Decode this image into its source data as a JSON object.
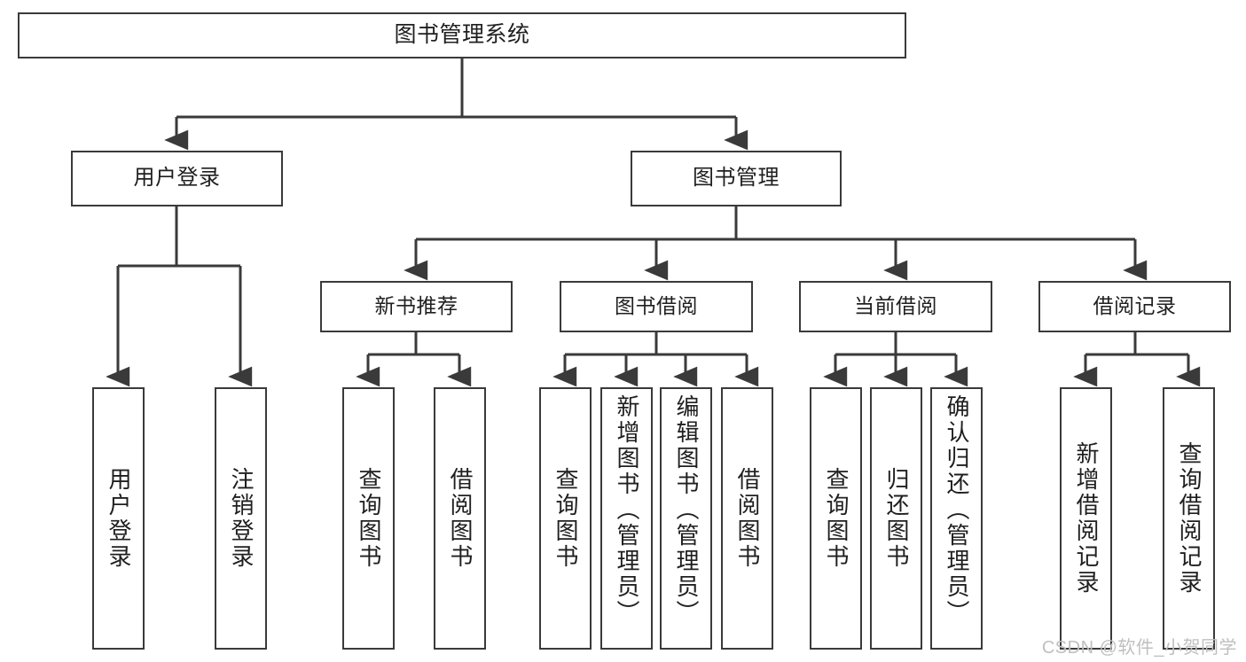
{
  "diagram": {
    "title": "图书管理系统",
    "type": "tree-hierarchy-flowchart",
    "colors": {
      "box_border": "#3a3a3a",
      "box_fill": "#ffffff",
      "connector": "#3a3a3a",
      "text": "#1f1f1f",
      "background": "#ffffff",
      "watermark": "#bfbfbf"
    },
    "root": {
      "label": "图书管理系统"
    },
    "level2": [
      {
        "label": "用户登录"
      },
      {
        "label": "图书管理"
      }
    ],
    "level3": [
      {
        "label": "新书推荐"
      },
      {
        "label": "图书借阅"
      },
      {
        "label": "当前借阅"
      },
      {
        "label": "借阅记录"
      }
    ],
    "leaves": [
      {
        "label": "用户登录",
        "parent": "用户登录"
      },
      {
        "label": "注销登录",
        "parent": "用户登录"
      },
      {
        "label": "查询图书",
        "parent": "新书推荐"
      },
      {
        "label": "借阅图书",
        "parent": "新书推荐"
      },
      {
        "label": "查询图书",
        "parent": "图书借阅"
      },
      {
        "label": "新增图书（管理员）",
        "parent": "图书借阅"
      },
      {
        "label": "编辑图书（管理员）",
        "parent": "图书借阅"
      },
      {
        "label": "借阅图书",
        "parent": "图书借阅"
      },
      {
        "label": "查询图书",
        "parent": "当前借阅"
      },
      {
        "label": "归还图书",
        "parent": "当前借阅"
      },
      {
        "label": "确认归还（管理员）",
        "parent": "当前借阅"
      },
      {
        "label": "新增借阅记录",
        "parent": "借阅记录"
      },
      {
        "label": "查询借阅记录",
        "parent": "借阅记录"
      }
    ],
    "watermark": "CSDN @软件_小贺同学"
  }
}
